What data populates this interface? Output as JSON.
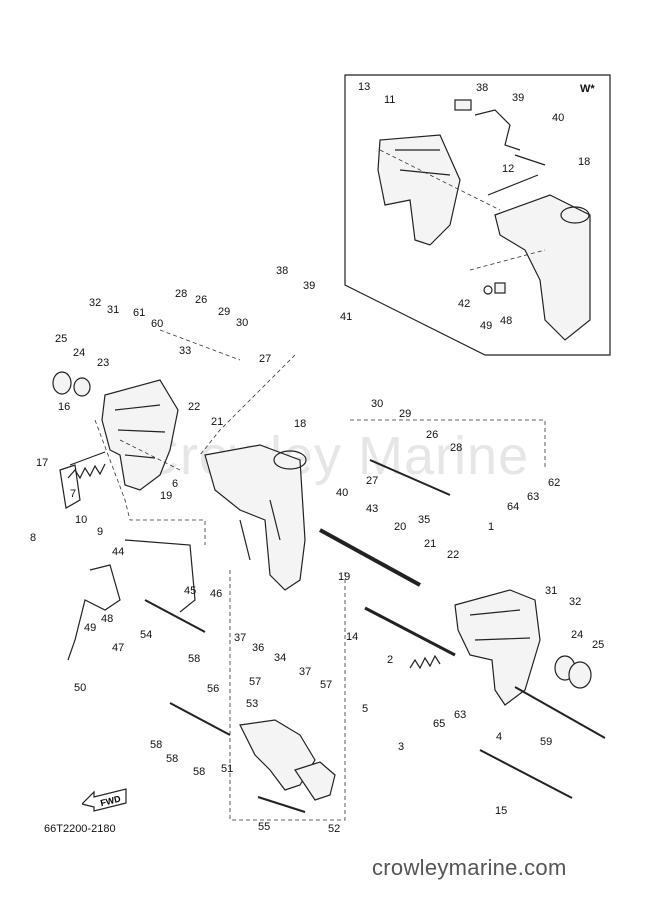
{
  "watermark": "Crowley Marine",
  "inset_label": "W*",
  "fwd_label": "FWD",
  "diagram_code": "66T2200-2180",
  "footer_url": "crowleymarine.com",
  "callouts": [
    "13",
    "11",
    "38",
    "39",
    "40",
    "12",
    "18",
    "42",
    "49",
    "48",
    "32",
    "31",
    "61",
    "60",
    "28",
    "26",
    "29",
    "30",
    "38",
    "39",
    "41",
    "25",
    "24",
    "23",
    "33",
    "27",
    "16",
    "22",
    "21",
    "17",
    "7",
    "6",
    "10",
    "8",
    "19",
    "9",
    "44",
    "45",
    "46",
    "50",
    "49",
    "48",
    "47",
    "54",
    "58",
    "37",
    "36",
    "34",
    "37",
    "18",
    "40",
    "43",
    "20",
    "19",
    "30",
    "29",
    "26",
    "28",
    "27",
    "35",
    "21",
    "22",
    "14",
    "1",
    "64",
    "63",
    "62",
    "31",
    "32",
    "24",
    "25",
    "2",
    "5",
    "65",
    "63",
    "3",
    "4",
    "59",
    "15",
    "56",
    "57",
    "57",
    "53",
    "58",
    "58",
    "58",
    "51",
    "55",
    "52"
  ]
}
